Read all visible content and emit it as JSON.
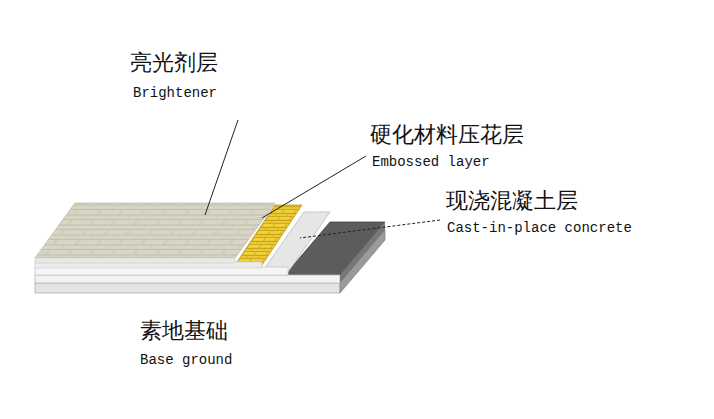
{
  "diagram": {
    "labels": [
      "亮光剂层",
      "Brightener",
      "硬化材料压花层",
      "Embossed layer",
      "现浇混凝土层",
      "Cast-in-place concrete",
      "素地基础",
      "Base ground"
    ]
  }
}
